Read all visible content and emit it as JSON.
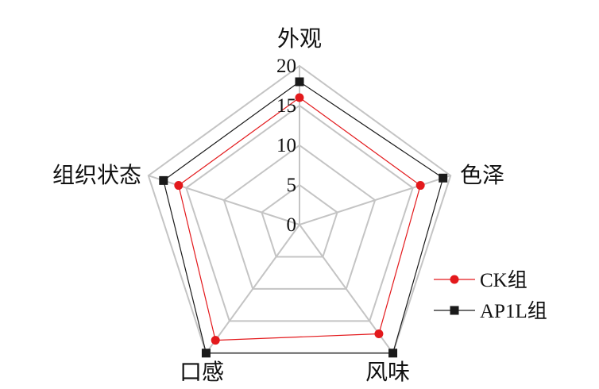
{
  "chart_data": {
    "type": "radar",
    "axes": [
      "外观",
      "色泽",
      "风味",
      "口感",
      "组织状态"
    ],
    "ticks": [
      "0",
      "5",
      "10",
      "15",
      "20"
    ],
    "rmax": 20,
    "grid": true,
    "legend_position": "right",
    "series": [
      {
        "name": "CK组",
        "values": [
          16,
          16,
          17,
          18,
          16
        ],
        "color": "#e3191c",
        "marker": "circle"
      },
      {
        "name": "AP1L组",
        "values": [
          18,
          19,
          20,
          20,
          18
        ],
        "color": "#1a1a1a",
        "marker": "square"
      }
    ]
  }
}
